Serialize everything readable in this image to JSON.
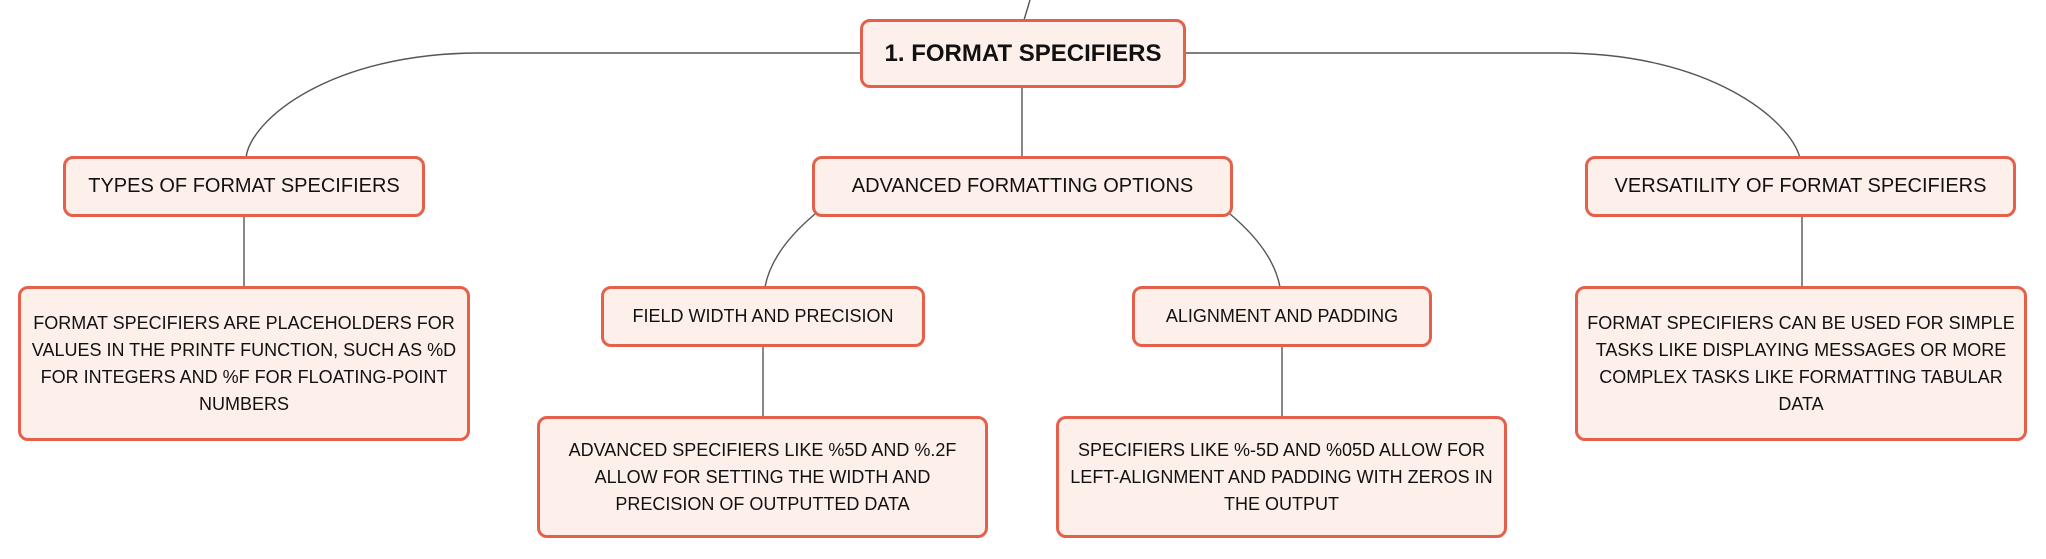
{
  "colors": {
    "border": "#e5604a",
    "fill": "#fdefea",
    "line": "#555555",
    "text": "#111111"
  },
  "diagram": {
    "root": {
      "label": "1. FORMAT SPECIFIERS"
    },
    "types": {
      "label": "TYPES OF FORMAT SPECIFIERS",
      "detail": "FORMAT SPECIFIERS ARE PLACEHOLDERS FOR VALUES IN THE PRINTF FUNCTION, SUCH AS %D FOR INTEGERS AND %F FOR FLOATING-POINT NUMBERS"
    },
    "advanced": {
      "label": "ADVANCED FORMATTING OPTIONS",
      "width_precision": {
        "label": "FIELD WIDTH AND PRECISION",
        "detail": "ADVANCED SPECIFIERS LIKE %5D AND %.2F ALLOW FOR SETTING THE WIDTH AND PRECISION OF OUTPUTTED DATA"
      },
      "alignment_padding": {
        "label": "ALIGNMENT AND PADDING",
        "detail": "SPECIFIERS LIKE %-5D AND %05D ALLOW FOR LEFT-ALIGNMENT AND PADDING WITH ZEROS IN THE OUTPUT"
      }
    },
    "versatility": {
      "label": "VERSATILITY OF FORMAT SPECIFIERS",
      "detail": "FORMAT SPECIFIERS CAN BE USED FOR SIMPLE TASKS LIKE DISPLAYING MESSAGES OR MORE COMPLEX TASKS LIKE FORMATTING TABULAR DATA"
    }
  }
}
